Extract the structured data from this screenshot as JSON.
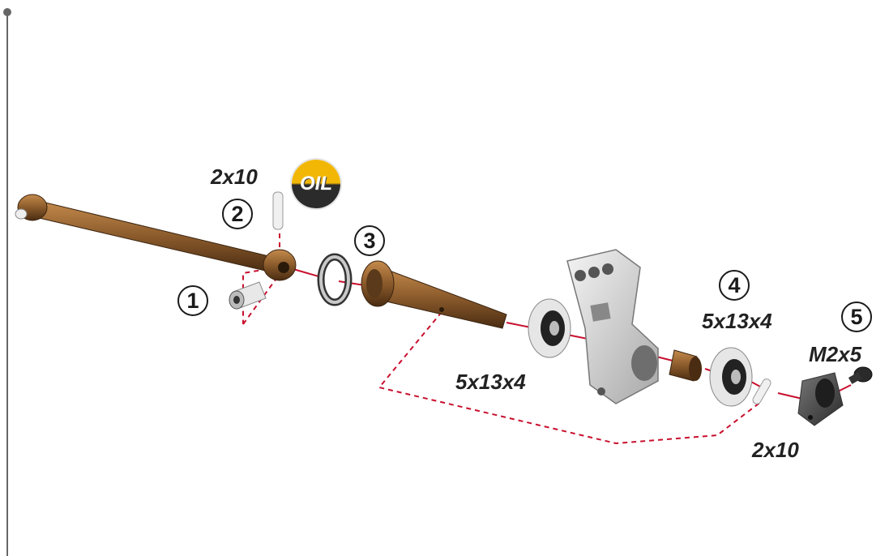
{
  "steps": {
    "s1": "1",
    "s2": "2",
    "s3": "3",
    "s4": "4",
    "s5": "5"
  },
  "labels": {
    "pin_top": "2x10",
    "bearing_left": "5x13x4",
    "bearing_right": "5x13x4",
    "screw": "M2x5",
    "pin_bottom": "2x10"
  },
  "oil_badge": "OIL",
  "colors": {
    "axis_line": "#c8102e",
    "bronze": "#8a5a2b",
    "aluminum": "#d9d9d9",
    "oil_yellow": "#f2b705"
  },
  "icons": [
    "oil-drop-icon"
  ]
}
